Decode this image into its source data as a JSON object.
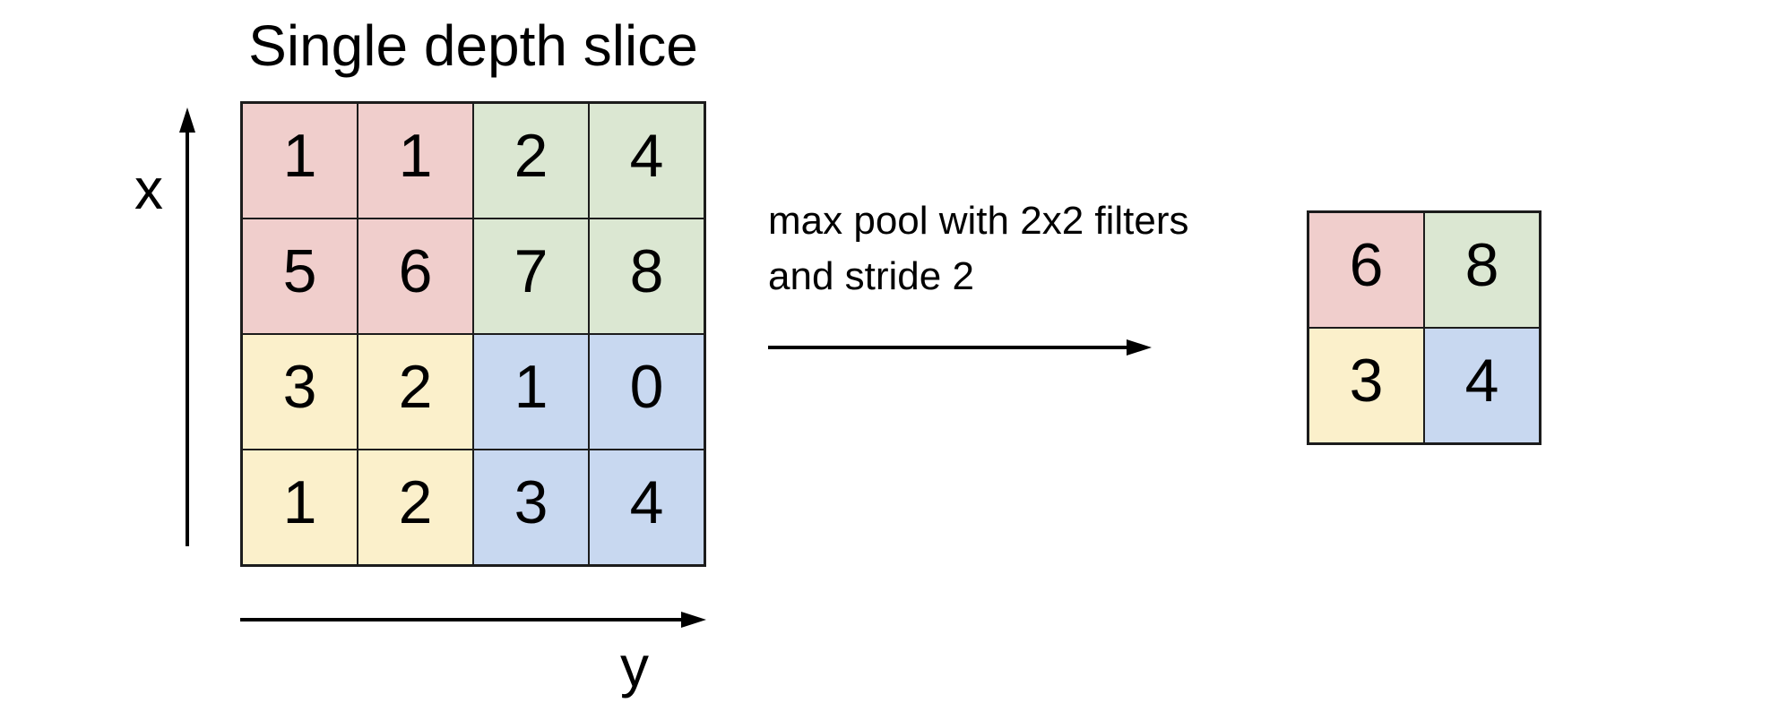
{
  "title": "Single depth slice",
  "axes": {
    "x_label": "x",
    "y_label": "y"
  },
  "operation": {
    "line1": "max pool with 2x2 filters",
    "line2": "and stride 2"
  },
  "input_grid": {
    "rows": 4,
    "cols": 4,
    "cells": [
      {
        "value": "1",
        "group": "red"
      },
      {
        "value": "1",
        "group": "red"
      },
      {
        "value": "2",
        "group": "green"
      },
      {
        "value": "4",
        "group": "green"
      },
      {
        "value": "5",
        "group": "red"
      },
      {
        "value": "6",
        "group": "red"
      },
      {
        "value": "7",
        "group": "green"
      },
      {
        "value": "8",
        "group": "green"
      },
      {
        "value": "3",
        "group": "yellow"
      },
      {
        "value": "2",
        "group": "yellow"
      },
      {
        "value": "1",
        "group": "blue"
      },
      {
        "value": "0",
        "group": "blue"
      },
      {
        "value": "1",
        "group": "yellow"
      },
      {
        "value": "2",
        "group": "yellow"
      },
      {
        "value": "3",
        "group": "blue"
      },
      {
        "value": "4",
        "group": "blue"
      }
    ]
  },
  "output_grid": {
    "rows": 2,
    "cols": 2,
    "cells": [
      {
        "value": "6",
        "group": "red"
      },
      {
        "value": "8",
        "group": "green"
      },
      {
        "value": "3",
        "group": "yellow"
      },
      {
        "value": "4",
        "group": "blue"
      }
    ]
  },
  "colors": {
    "red": "#f0cecc",
    "green": "#dbe7d2",
    "yellow": "#fbf0cb",
    "blue": "#c8d8f0",
    "grid_border": "#1c1c1c",
    "arrow": "#000000",
    "bg": "#ffffff"
  }
}
